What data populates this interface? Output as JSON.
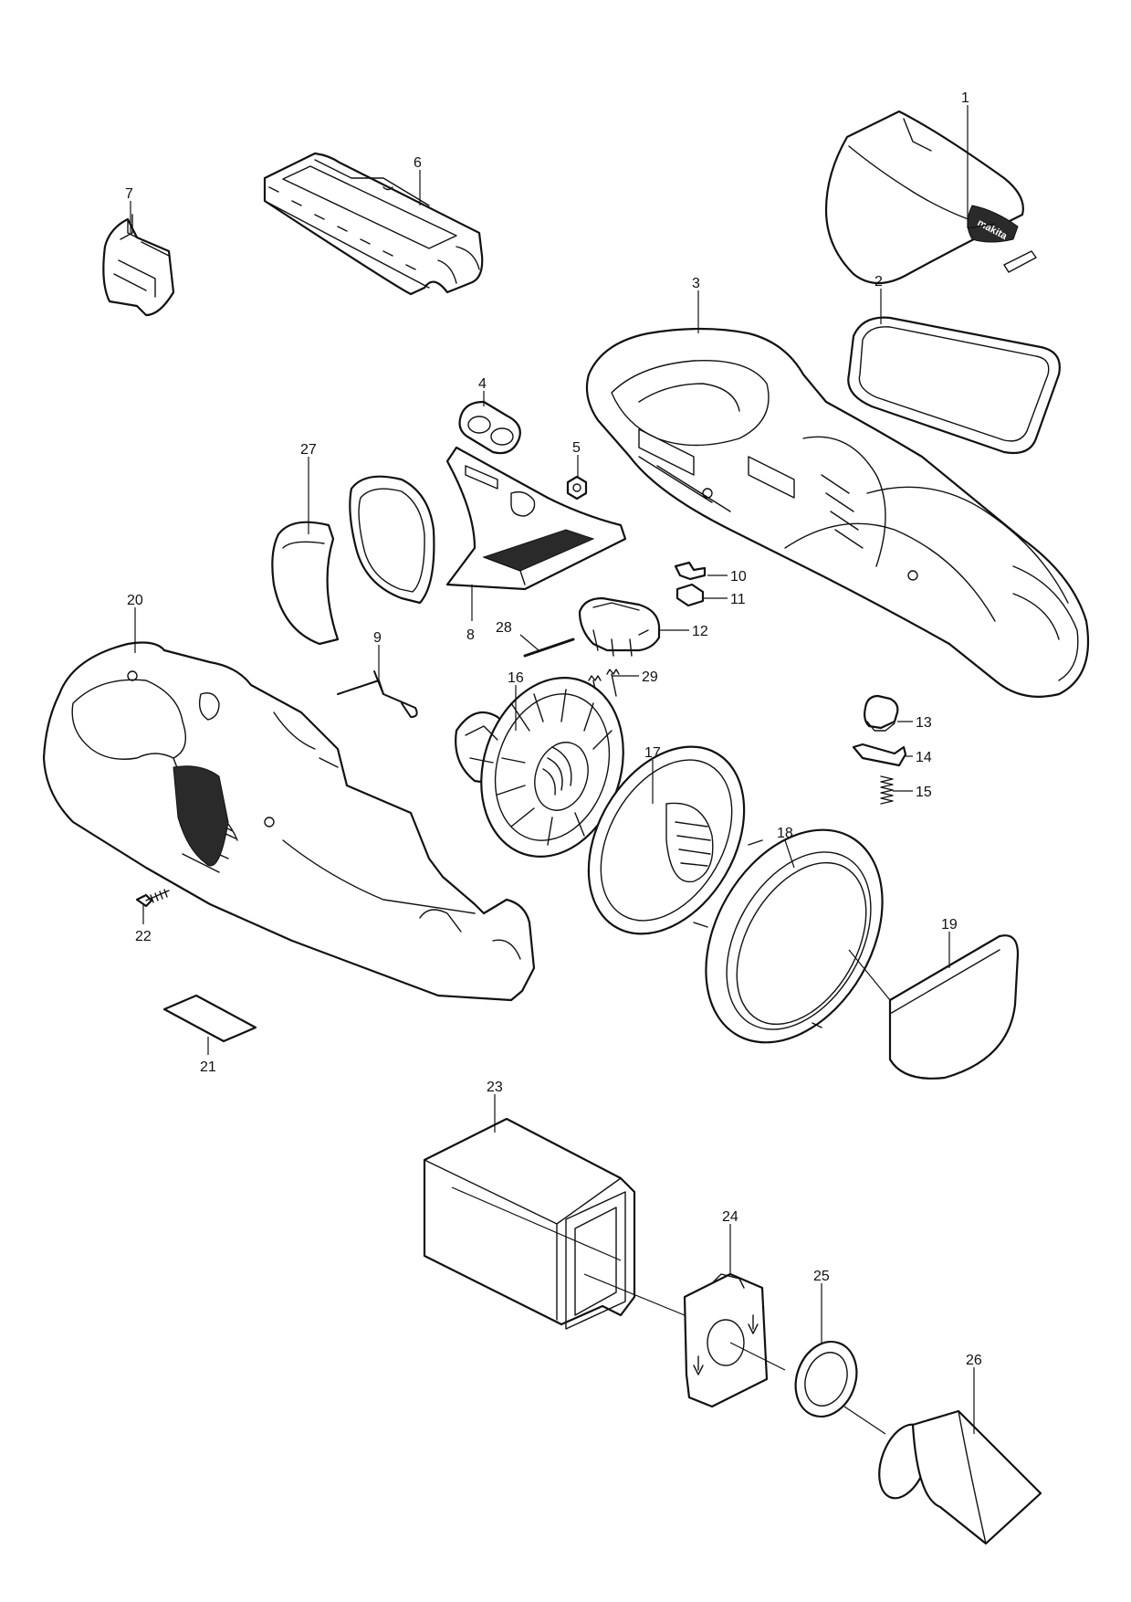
{
  "callouts": [
    {
      "id": "1",
      "label": "1"
    },
    {
      "id": "2",
      "label": "2"
    },
    {
      "id": "3",
      "label": "3"
    },
    {
      "id": "4",
      "label": "4"
    },
    {
      "id": "5",
      "label": "5"
    },
    {
      "id": "6",
      "label": "6"
    },
    {
      "id": "7",
      "label": "7"
    },
    {
      "id": "8",
      "label": "8"
    },
    {
      "id": "9",
      "label": "9"
    },
    {
      "id": "10",
      "label": "10"
    },
    {
      "id": "11",
      "label": "11"
    },
    {
      "id": "12",
      "label": "12"
    },
    {
      "id": "13",
      "label": "13"
    },
    {
      "id": "14",
      "label": "14"
    },
    {
      "id": "15",
      "label": "15"
    },
    {
      "id": "16",
      "label": "16"
    },
    {
      "id": "17",
      "label": "17"
    },
    {
      "id": "18",
      "label": "18"
    },
    {
      "id": "19",
      "label": "19"
    },
    {
      "id": "20",
      "label": "20"
    },
    {
      "id": "21",
      "label": "21"
    },
    {
      "id": "22",
      "label": "22"
    },
    {
      "id": "23",
      "label": "23"
    },
    {
      "id": "24",
      "label": "24"
    },
    {
      "id": "25",
      "label": "25"
    },
    {
      "id": "26",
      "label": "26"
    },
    {
      "id": "27",
      "label": "27"
    },
    {
      "id": "28",
      "label": "28"
    },
    {
      "id": "29",
      "label": "29"
    }
  ],
  "logo": {
    "brand": "makita"
  }
}
